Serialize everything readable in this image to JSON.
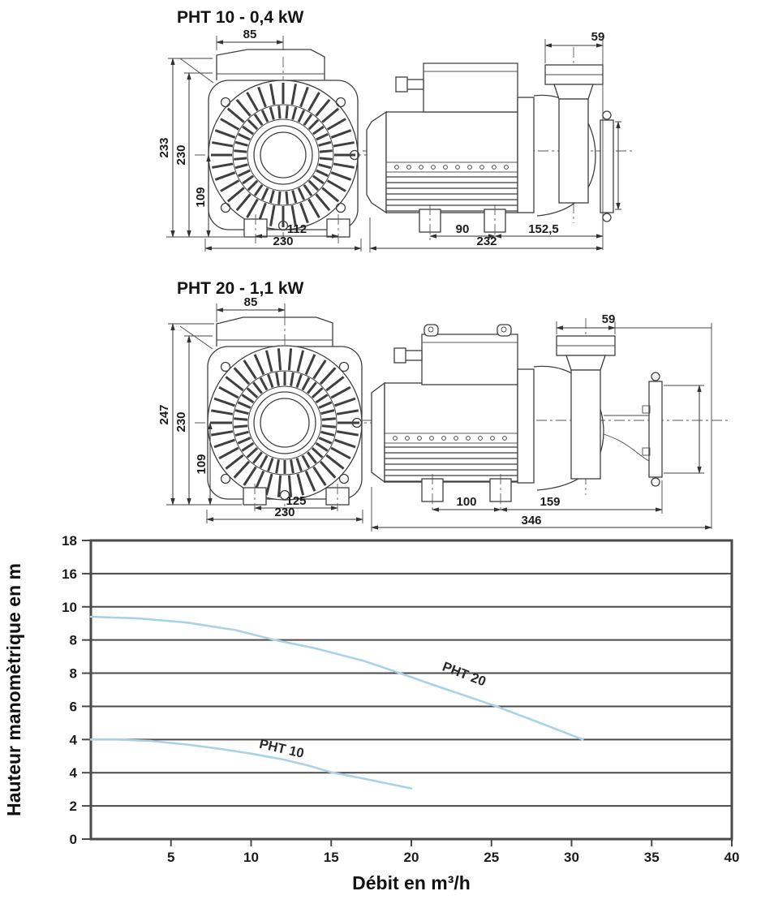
{
  "page": {
    "background": "#ffffff",
    "line_color": "#3f3f3f",
    "accent_curve_color": "#a9d2e8"
  },
  "drawings": [
    {
      "title": "PHT 10 - 0,4 kW",
      "front": {
        "dim_top": "85",
        "dim_height_total": "233",
        "dim_height_body": "230",
        "dim_height_axis": "109",
        "dim_feet_spacing": "112",
        "dim_width": "230"
      },
      "side": {
        "dim_port_width": "59",
        "dim_feet_spacing": "90",
        "dim_rear": "152,5",
        "dim_length": "232"
      }
    },
    {
      "title": "PHT 20 - 1,1 kW",
      "front": {
        "dim_top": "85",
        "dim_height_total": "247",
        "dim_height_body": "230",
        "dim_height_axis": "109",
        "dim_feet_spacing": "125",
        "dim_width": "230"
      },
      "side": {
        "dim_port_width": "59",
        "dim_feet_spacing": "100",
        "dim_rear": "159",
        "dim_length": "346"
      }
    }
  ],
  "chart_data": {
    "type": "line",
    "title": "",
    "xlabel": "Débit en m³/h",
    "ylabel": "Hauteur manomètrique en m",
    "xlim": [
      0,
      40
    ],
    "ylim": [
      0,
      18
    ],
    "xticks": [
      5,
      10,
      15,
      20,
      25,
      30,
      35,
      40
    ],
    "ytick_labels_top_to_bottom": [
      "18",
      "16",
      "10",
      "8",
      "8",
      "6",
      "4",
      "4",
      "2",
      "0"
    ],
    "ytick_positions_note": "labels as printed in source; gridlines evenly spaced every 2 units from 18 down to 0",
    "grid": "horizontal",
    "legend_position": "inline-curve-labels",
    "axis_color": "#4a4a4a",
    "curve_color": "#a9d2e8",
    "series": [
      {
        "name": "PHT 20",
        "x": [
          0,
          3,
          6,
          9,
          11.5,
          14,
          17,
          19.3,
          21.5,
          23.5,
          25.3,
          27.5,
          29.5,
          30.7
        ],
        "y": [
          13.4,
          13.3,
          13.05,
          12.6,
          12.0,
          11.5,
          10.75,
          10.0,
          9.25,
          8.6,
          8.0,
          7.2,
          6.45,
          6.0
        ],
        "label_pos": {
          "x": 23.2,
          "y": 9.7,
          "angle": 21
        }
      },
      {
        "name": "PHT 10",
        "x": [
          0,
          1.5,
          3.7,
          6,
          8,
          10,
          12,
          13.5,
          15.1,
          17,
          18.5,
          20
        ],
        "y": [
          6.0,
          6.0,
          5.92,
          5.7,
          5.45,
          5.15,
          4.8,
          4.45,
          4.0,
          3.65,
          3.35,
          3.05
        ],
        "label_pos": {
          "x": 11.85,
          "y": 5.2,
          "angle": 13
        }
      }
    ]
  }
}
